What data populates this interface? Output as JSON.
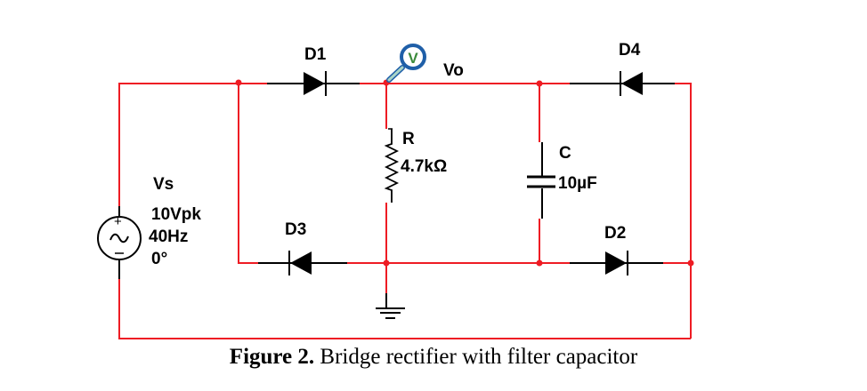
{
  "figure": {
    "caption_bold": "Figure 2.",
    "caption_text": " Bridge rectifier with filter capacitor"
  },
  "components": {
    "source": {
      "name": "Vs",
      "amplitude": "10Vpk",
      "frequency": "40Hz",
      "phase": "0°",
      "plus": "+",
      "minus": "−"
    },
    "d1": {
      "name": "D1"
    },
    "d2": {
      "name": "D2"
    },
    "d3": {
      "name": "D3"
    },
    "d4": {
      "name": "D4"
    },
    "resistor": {
      "name": "R",
      "value": "4.7kΩ"
    },
    "capacitor": {
      "name": "C",
      "value": "10µF"
    },
    "probe": {
      "symbol": "V",
      "label": "Vo"
    }
  },
  "colors": {
    "wire": "#ee1c24",
    "probe_ring": "#1f5fa8",
    "probe_letter": "#3b8a3b",
    "probe_handle": "#a9d4c8"
  }
}
